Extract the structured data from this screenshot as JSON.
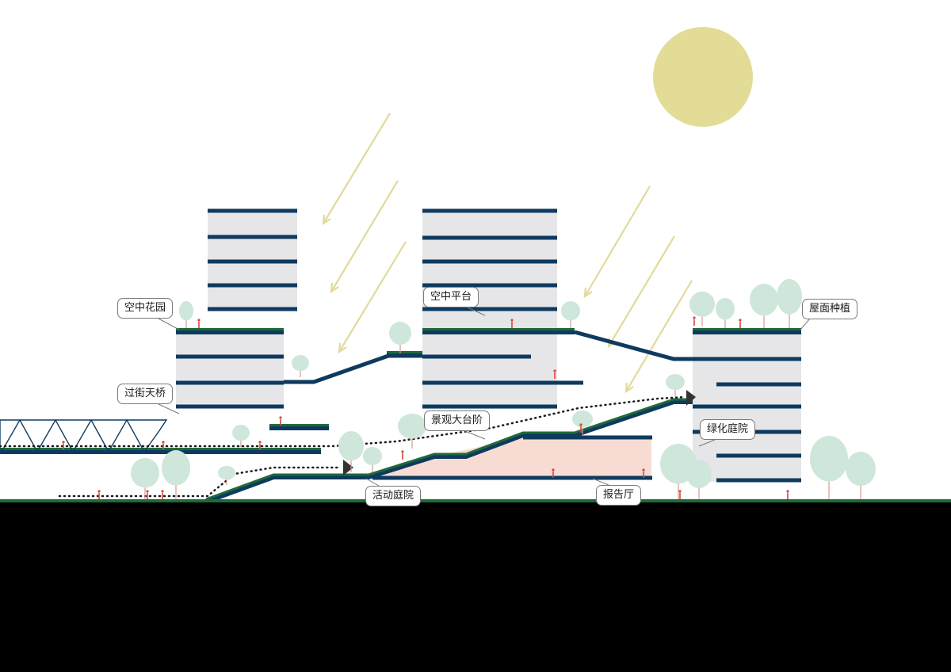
{
  "colors": {
    "background": "#ffffff",
    "ground": "#000000",
    "slab": "#0f3a5f",
    "green_roof": "#1f6a3a",
    "building_fill": "#e6e6e8",
    "auditorium_fill": "#f8dcd3",
    "tree_crown": "#cfe6da",
    "tree_trunk": "#d99a8f",
    "sun": "#e3dc96",
    "sun_ray": "#e2da9a",
    "people": "#d9453a",
    "path_dots": "#1a1a1a",
    "truss": "#0f3a5f"
  },
  "labels": {
    "sky_garden": "空中花园",
    "sky_platform": "空中平台",
    "roof_planting": "屋面种植",
    "skybridge": "过街天桥",
    "landscape_steps": "景观大台阶",
    "green_courtyard": "绿化庭院",
    "activity_courtyard": "活动庭院",
    "auditorium": "报告厅"
  }
}
